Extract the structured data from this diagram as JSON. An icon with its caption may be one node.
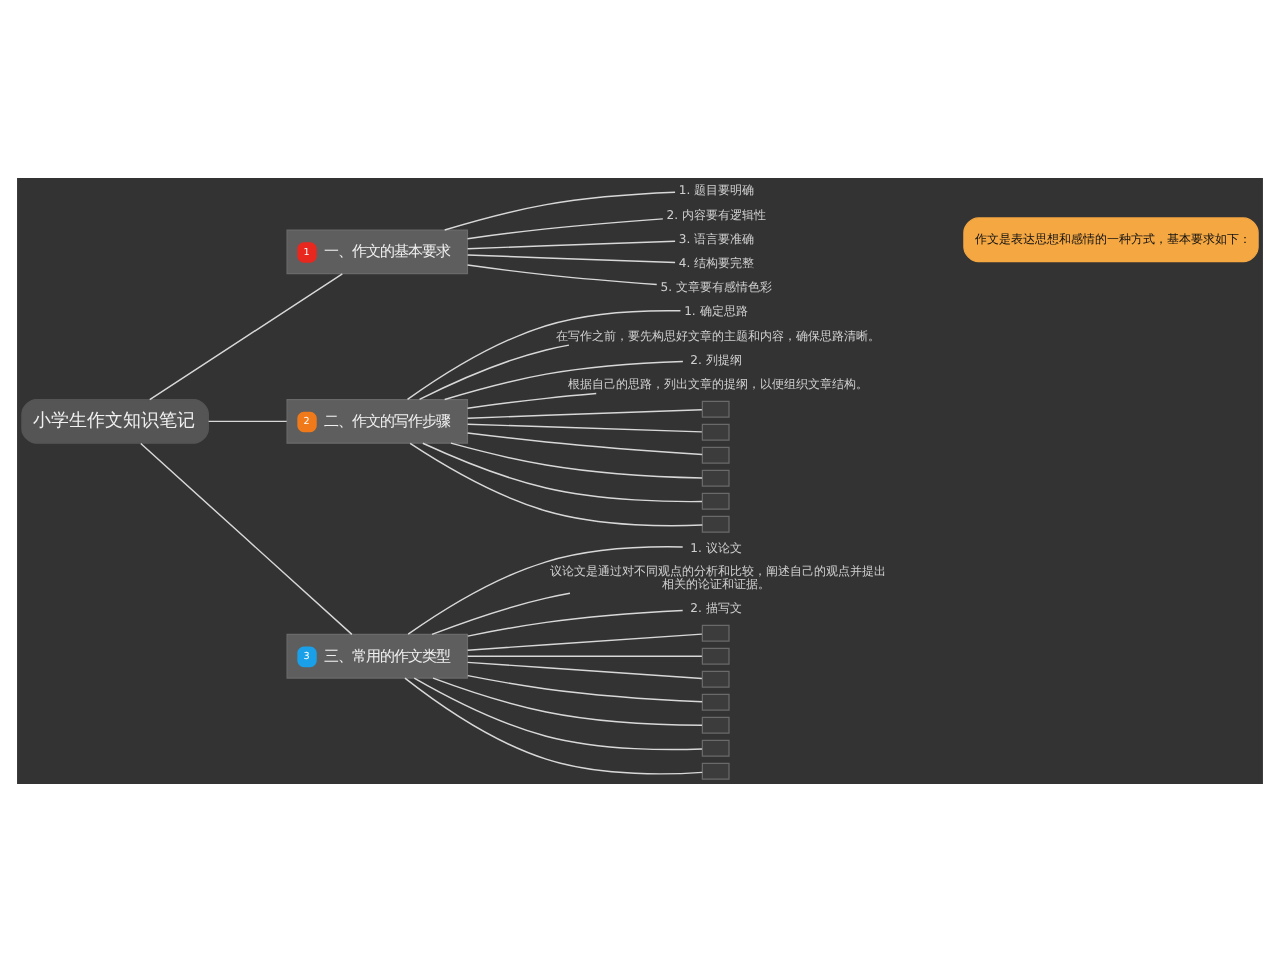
{
  "diagram": {
    "nodes": [
      {
        "text": [
          "小学生作文知识笔记"
        ]
      },
      {
        "text": [
          "1",
          "一、作文的基本要求"
        ]
      },
      {
        "text": [
          "1. 题目要明确"
        ]
      },
      {
        "text": [
          "2. 内容要有逻辑性"
        ]
      },
      {
        "text": [
          "3. 语言要准确"
        ]
      },
      {
        "text": [
          "4. 结构要完整"
        ]
      },
      {
        "text": [
          "5. 文章要有感情色彩"
        ]
      },
      {
        "text": [
          "作文是表达思想和感情的一种方式，基本要求如下："
        ]
      },
      {
        "text": [
          "2",
          "二、作文的写作步骤"
        ]
      },
      {
        "text": [
          "1. 确定思路"
        ]
      },
      {
        "text": [
          "在写作之前，要先构思好文章的主题和内容，确保思路清晰。"
        ]
      },
      {
        "text": [
          "2. 列提纲"
        ]
      },
      {
        "text": [
          "根据自己的思路，列出文章的提纲，以便组织文章结构。"
        ]
      },
      {
        "text": [],
        "shape": "box"
      },
      {
        "text": [],
        "shape": "box"
      },
      {
        "text": [],
        "shape": "box"
      },
      {
        "text": [],
        "shape": "box"
      },
      {
        "text": [],
        "shape": "box"
      },
      {
        "text": [],
        "shape": "box"
      },
      {
        "text": [
          "3",
          "三、常用的作文类型"
        ]
      },
      {
        "text": [
          "1. 议论文"
        ]
      },
      {
        "text": [
          "议论文是通过对不同观点的分析和比较，阐述自己的观点并提出相关的论证和证据。"
        ]
      },
      {
        "text": [
          "2. 描写文"
        ]
      },
      {
        "text": [],
        "shape": "box"
      },
      {
        "text": [],
        "shape": "box"
      },
      {
        "text": [],
        "shape": "box"
      },
      {
        "text": [],
        "shape": "box"
      },
      {
        "text": [],
        "shape": "box"
      },
      {
        "text": [],
        "shape": "box"
      },
      {
        "text": [],
        "shape": "box"
      }
    ],
    "edges": [
      {
        "from": 0,
        "to": 1,
        "arrow": "none"
      },
      {
        "from": 0,
        "to": 8,
        "arrow": "none"
      },
      {
        "from": 0,
        "to": 19,
        "arrow": "none"
      },
      {
        "from": 1,
        "to": 2,
        "arrow": "none"
      },
      {
        "from": 1,
        "to": 3,
        "arrow": "none"
      },
      {
        "from": 1,
        "to": 4,
        "arrow": "none"
      },
      {
        "from": 1,
        "to": 5,
        "arrow": "none"
      },
      {
        "from": 1,
        "to": 6,
        "arrow": "none"
      },
      {
        "from": 8,
        "to": 9,
        "arrow": "none"
      },
      {
        "from": 8,
        "to": 10,
        "arrow": "none"
      },
      {
        "from": 8,
        "to": 11,
        "arrow": "none"
      },
      {
        "from": 8,
        "to": 12,
        "arrow": "none"
      },
      {
        "from": 8,
        "to": 13,
        "arrow": "none"
      },
      {
        "from": 8,
        "to": 14,
        "arrow": "none"
      },
      {
        "from": 8,
        "to": 15,
        "arrow": "none"
      },
      {
        "from": 8,
        "to": 16,
        "arrow": "none"
      },
      {
        "from": 8,
        "to": 17,
        "arrow": "none"
      },
      {
        "from": 8,
        "to": 18,
        "arrow": "none"
      },
      {
        "from": 19,
        "to": 20,
        "arrow": "none"
      },
      {
        "from": 19,
        "to": 21,
        "arrow": "none"
      },
      {
        "from": 19,
        "to": 22,
        "arrow": "none"
      },
      {
        "from": 19,
        "to": 23,
        "arrow": "none"
      },
      {
        "from": 19,
        "to": 24,
        "arrow": "none"
      },
      {
        "from": 19,
        "to": 25,
        "arrow": "none"
      },
      {
        "from": 19,
        "to": 26,
        "arrow": "none"
      },
      {
        "from": 19,
        "to": 27,
        "arrow": "none"
      },
      {
        "from": 19,
        "to": 28,
        "arrow": "none"
      },
      {
        "from": 19,
        "to": 29,
        "arrow": "none"
      }
    ]
  }
}
